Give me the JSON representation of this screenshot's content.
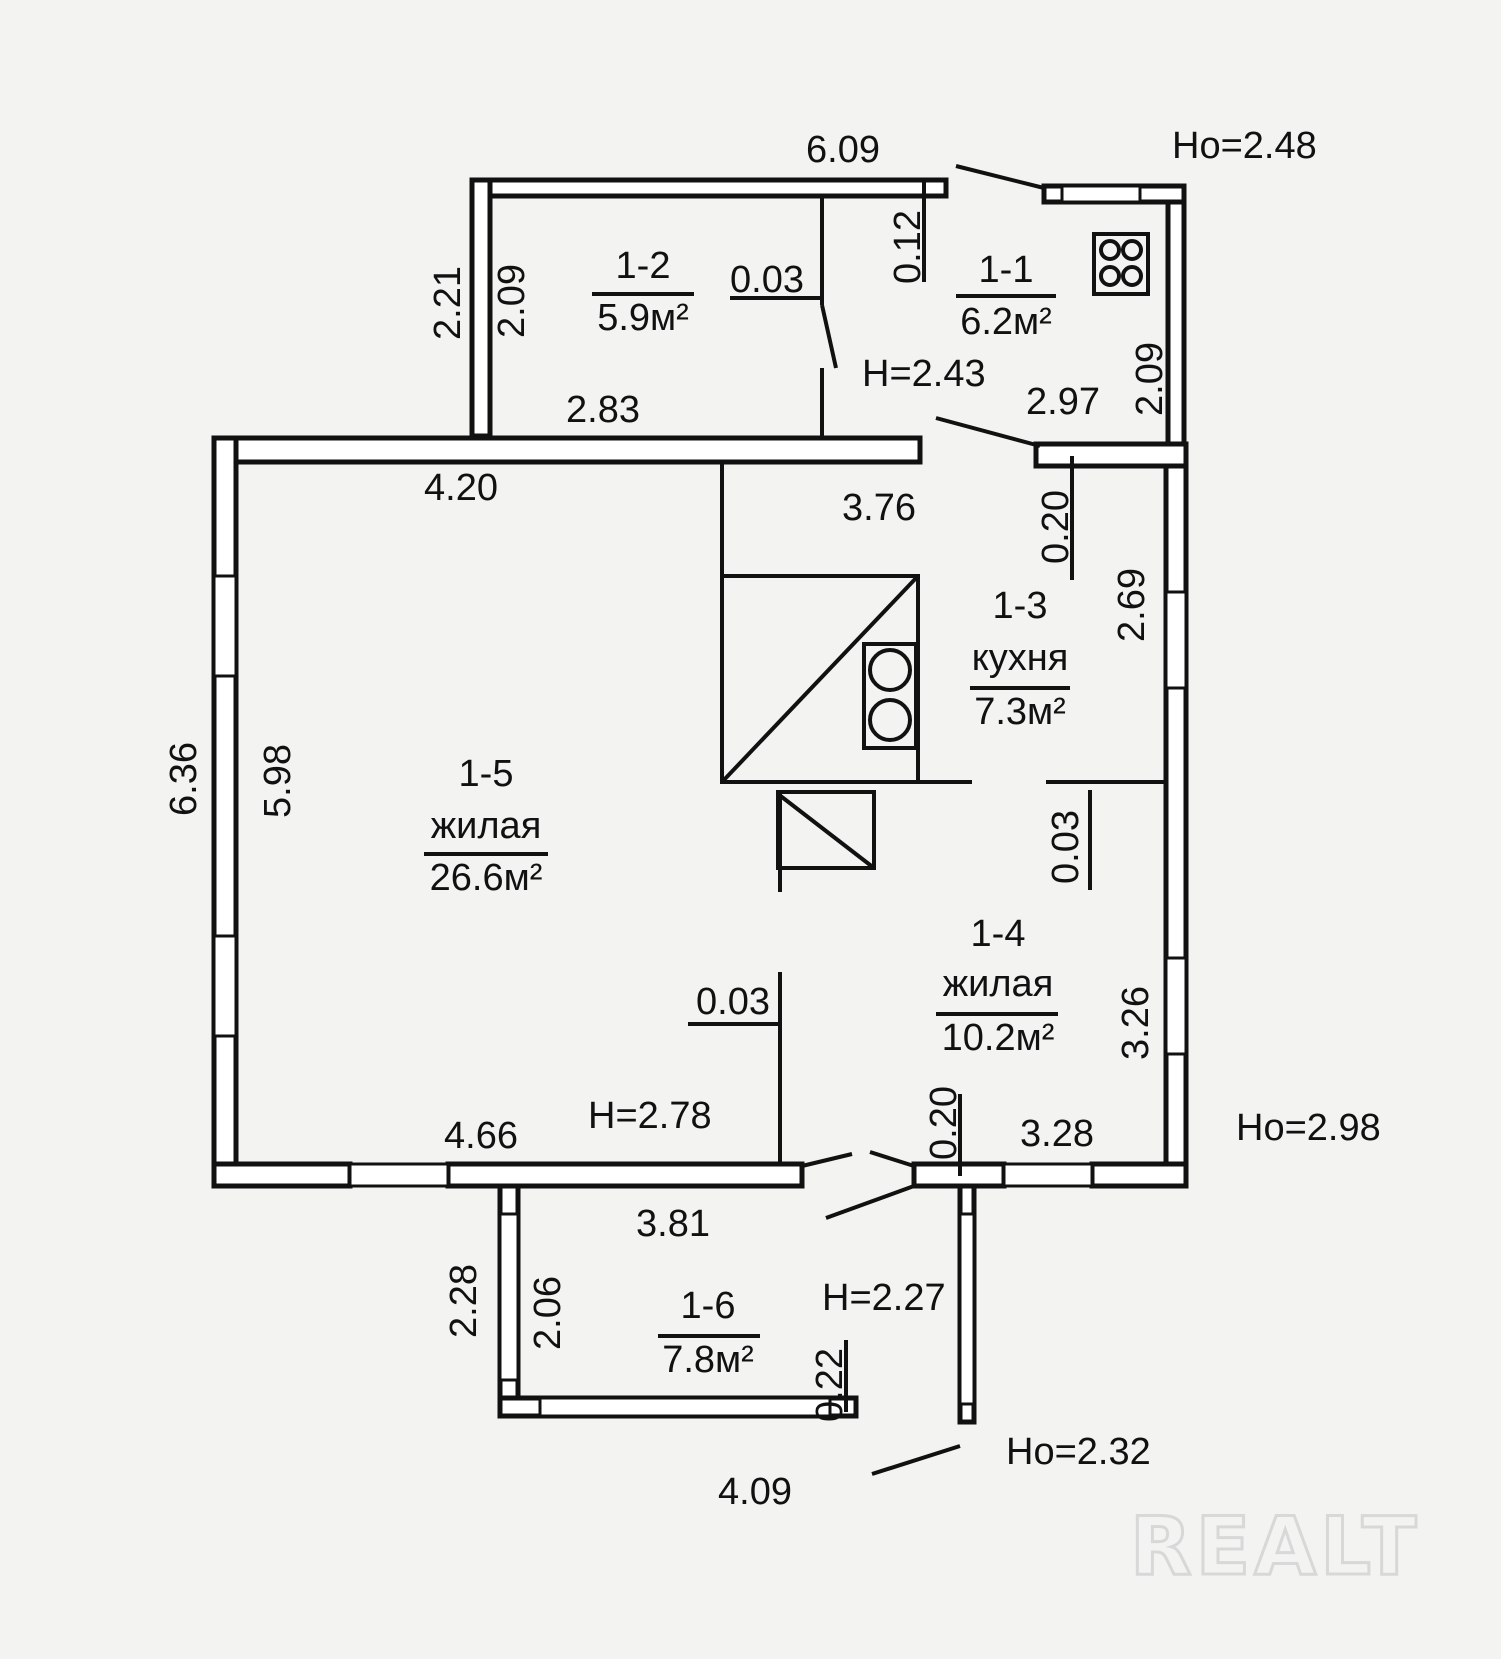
{
  "rooms": {
    "r1_1": {
      "id": "1-1",
      "area": "6.2м²"
    },
    "r1_2": {
      "id": "1-2",
      "area": "5.9м²"
    },
    "r1_3": {
      "id": "1-3",
      "name": "кухня",
      "area": "7.3м²"
    },
    "r1_4": {
      "id": "1-4",
      "name": "жилая",
      "area": "10.2м²"
    },
    "r1_5": {
      "id": "1-5",
      "name": "жилая",
      "area": "26.6м²"
    },
    "r1_6": {
      "id": "1-6",
      "area": "7.8м²"
    }
  },
  "heights": {
    "h_243": "H=2.43",
    "h_278": "H=2.78",
    "h_227": "H=2.27",
    "ho_248": "Ho=2.48",
    "ho_298": "Ho=2.98",
    "ho_232": "Ho=2.32"
  },
  "dimensions": {
    "d609": "6.09",
    "d221": "2.21",
    "d209a": "2.09",
    "d003a": "0.03",
    "d012": "0.12",
    "d283": "2.83",
    "d209b": "2.09",
    "d297": "2.97",
    "d420": "4.20",
    "d376": "3.76",
    "d020a": "0.20",
    "d269": "2.69",
    "d636": "6.36",
    "d598": "5.98",
    "d003b": "0.03",
    "d003c": "0.03",
    "d326": "3.26",
    "d466": "4.66",
    "d020b": "0.20",
    "d328": "3.28",
    "d381": "3.81",
    "d228": "2.28",
    "d206": "2.06",
    "d022": "0.22",
    "d409": "4.09"
  },
  "watermark": "REALT"
}
